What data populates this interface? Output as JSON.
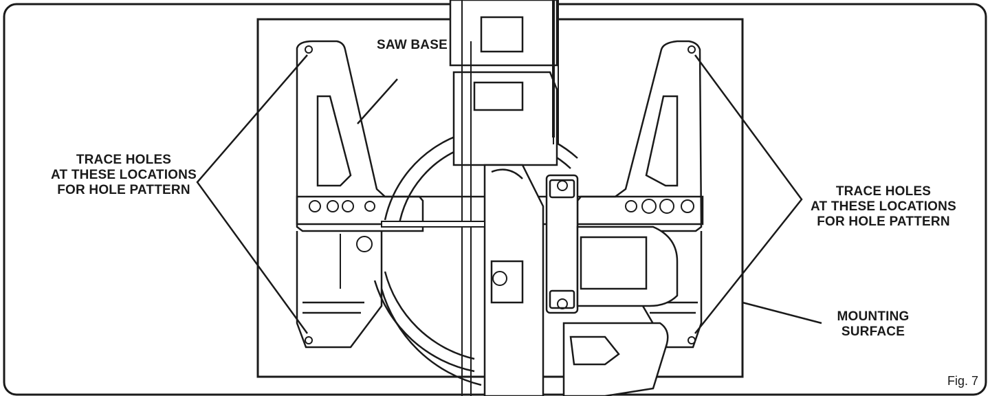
{
  "labels": {
    "saw_base": "SAW BASE",
    "trace_left": [
      "TRACE HOLES",
      "AT THESE LOCATIONS",
      "FOR HOLE PATTERN"
    ],
    "trace_right": [
      "TRACE HOLES",
      "AT THESE LOCATIONS",
      "FOR HOLE PATTERN"
    ],
    "mounting_surface": [
      "MOUNTING",
      "SURFACE"
    ],
    "figure": "Fig. 7"
  },
  "colors": {
    "line": "#1a1a1a",
    "background": "#ffffff",
    "fill_gray": "#e6e6e6"
  }
}
